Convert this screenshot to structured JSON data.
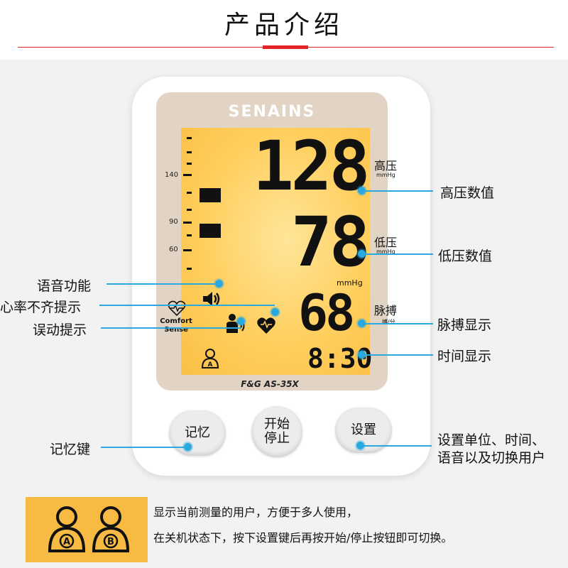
{
  "header": {
    "title": "产品介绍"
  },
  "device": {
    "brand": "SENAINS",
    "model": "AS-35X",
    "model_mark": "F&G",
    "display": {
      "systolic": {
        "value": "128",
        "label": "高压",
        "unit": "mmHg"
      },
      "diastolic": {
        "value": "78",
        "label": "低压",
        "unit": "mmHg"
      },
      "pressure_unit": "mmHg",
      "pulse": {
        "value": "68",
        "label": "脉搏",
        "unit": "搏/分"
      },
      "time": "8:30",
      "scale": [
        "140",
        "90",
        "60"
      ],
      "comfort_text": [
        "Comfort",
        "Sense"
      ],
      "user_badge": "A"
    },
    "buttons": {
      "memory": "记忆",
      "start_stop": [
        "开始",
        "停止"
      ],
      "settings": "设置"
    }
  },
  "callouts": {
    "left": [
      "语音功能",
      "心率不齐提示",
      "误动提示",
      "记忆键"
    ],
    "right": [
      "高压数值",
      "低压数值",
      "脉搏显示",
      "时间显示",
      "设置单位、时间、",
      "语音以及切换用户"
    ]
  },
  "note": {
    "badges": [
      "A",
      "B"
    ],
    "lines": [
      "显示当前测量的用户，方便于多人使用，",
      "在关机状态下，按下设置键后再按开始/停止按钮即可切换。"
    ]
  },
  "colors": {
    "accent_red": "#e02424",
    "callout_blue": "#2aa8e0",
    "lcd_amber": "#ffcf5e",
    "note_amber": "#f7bb44"
  }
}
